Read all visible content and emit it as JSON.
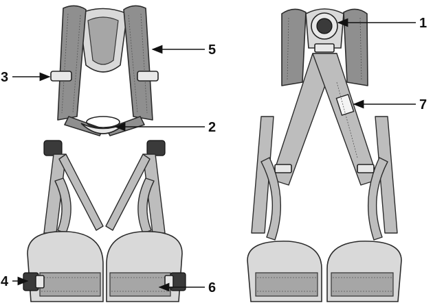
{
  "figure": {
    "views": [
      "front-view",
      "back-view"
    ],
    "callouts": [
      {
        "id": "c1",
        "label": "1",
        "target": "dorsal-attachment-ring"
      },
      {
        "id": "c2",
        "label": "2",
        "target": "sternal-attachment-loop"
      },
      {
        "id": "c3",
        "label": "3",
        "target": "shoulder-strap-buckle"
      },
      {
        "id": "c4",
        "label": "4",
        "target": "leg-loop-buckle"
      },
      {
        "id": "c5",
        "label": "5",
        "target": "shoulder-strap"
      },
      {
        "id": "c6",
        "label": "6",
        "target": "leg-loop-pad"
      },
      {
        "id": "c7",
        "label": "7",
        "target": "fall-indicator-label"
      }
    ],
    "colors": {
      "line": "#111111",
      "webbing": "#8f8f8f",
      "pad": "#d9d9d9",
      "background": "#ffffff"
    }
  }
}
